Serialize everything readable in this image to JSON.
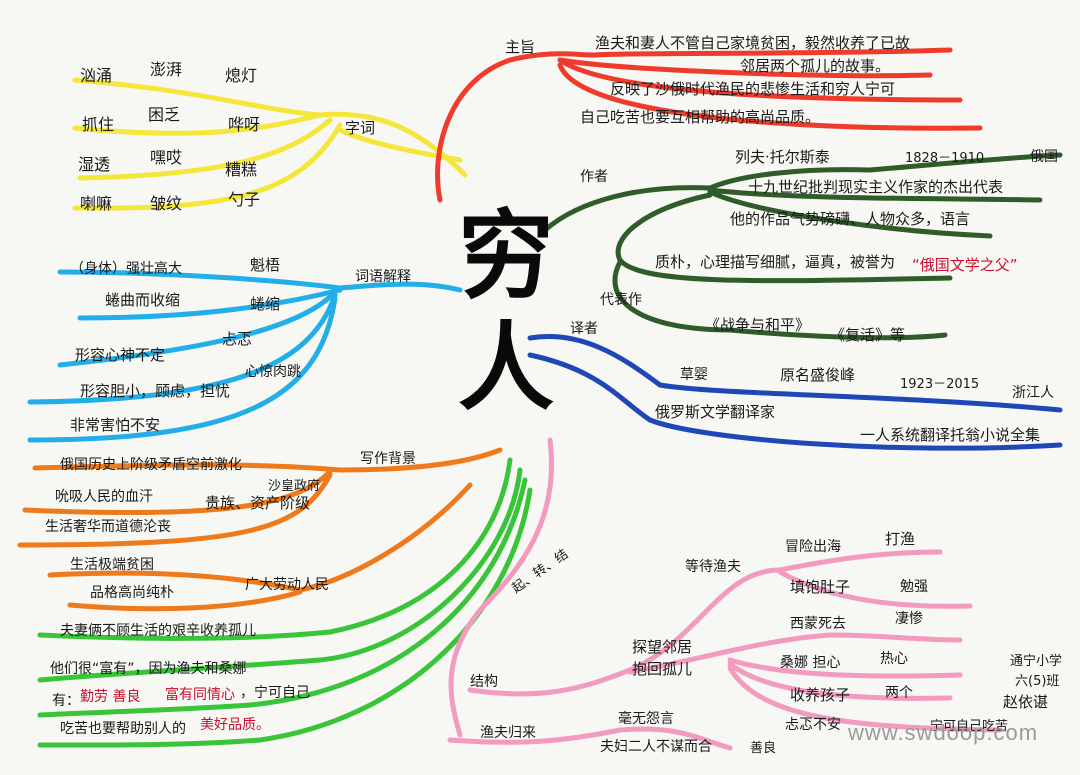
{
  "center": {
    "line1": "穷",
    "line2": "人"
  },
  "colors": {
    "yellow": "#f5e63a",
    "red": "#ef3b2c",
    "darkgreen": "#2f5c2a",
    "blue": "#1f47b5",
    "cyan": "#22aee8",
    "orange": "#f07a1a",
    "green": "#3ac43a",
    "pink": "#f29bbf",
    "text_red": "#c8102e"
  },
  "branches": {
    "zici": {
      "label": "字词",
      "words": [
        "汹涌",
        "澎湃",
        "熄灯",
        "抓住",
        "困乏",
        "哗呀",
        "湿透",
        "嘿哎",
        "糟糕",
        "喇嘛",
        "皱纹",
        "勺子"
      ]
    },
    "zhiyi": {
      "label": "主旨",
      "lines": [
        "渔夫和妻人不管自己家境贫困，毅然收养了已故",
        "邻居两个孤儿的故事。",
        "反映了沙俄时代渔民的悲惨生活和穷人宁可",
        "自己吃苦也要互相帮助的高尚品质。"
      ]
    },
    "zuozhe": {
      "label": "作者",
      "name": "列夫·托尔斯泰",
      "years": "1828－1910",
      "country": "俄国",
      "desc1": "十九世纪批判现实主义作家的杰出代表",
      "desc2": "他的作品气势磅礴、人物众多，语言",
      "desc3_a": "质朴，心理描写细腻，逼真，被誉为",
      "desc3_b": "“俄国文学之父”",
      "works_label": "代表作",
      "work1": "《战争与和平》",
      "work2": "《复活》等"
    },
    "yizhe": {
      "label": "译者",
      "name": "草婴",
      "orig_name": "原名盛俊峰",
      "years": "1923－2015",
      "place": "浙江人",
      "desc": "俄罗斯文学翻译家",
      "desc2": "一人系统翻译托翁小说全集"
    },
    "ciyu": {
      "label": "词语解释",
      "term1_def": "（身体）强壮高大",
      "term1": "魁梧",
      "term2_def": "蜷曲而收缩",
      "term2": "蜷缩",
      "term3": "忐忑",
      "term3_def": "形容心神不定",
      "term4_def": "形容胆小，顾虑，担忧",
      "term4": "心惊肉跳",
      "term4_def2": "非常害怕不安"
    },
    "xiezuo": {
      "label": "写作背景",
      "line1": "俄国历史上阶级矛盾空前激化",
      "line1_b": "沙皇政府",
      "line2": "吮吸人民的血汗",
      "line2_b": "贵族、资产阶级",
      "line3": "生活奢华而道德沦丧",
      "line4": "生活极端贫困",
      "line5": "品格高尚纯朴",
      "line5_b": "广大劳动人民"
    },
    "zhuti": {
      "line1": "夫妻俩不顾生活的艰辛收养孤儿",
      "line2_a": "他们很“富有”，因为渔夫和桑娜",
      "line2_b": "有：",
      "line2_c": "勤劳 善良",
      "line2_d": "富有同情心",
      "line2_e": "，宁可自己",
      "line3_a": "吃苦也要帮助别人的",
      "line3_b": "美好品质。"
    },
    "jiegou": {
      "label": "结构",
      "mid_label": "起、转、结",
      "a_head": "等待渔夫",
      "a1": "冒险出海",
      "a1b": "打渔",
      "a2": "填饱肚子",
      "a2b": "勉强",
      "b_head1": "探望邻居",
      "b_head2": "抱回孤儿",
      "b1": "西蒙死去",
      "b1b": "凄惨",
      "b2": "桑娜 担心",
      "b2b": "热心",
      "b3": "收养孩子",
      "b3b": "两个",
      "b4": "忐忑不安",
      "b4b": "宁可自己吃苦",
      "c_head": "渔夫归来",
      "c1": "毫无怨言",
      "c2": "夫妇二人不谋而合",
      "c3": "善良"
    },
    "author_note": {
      "school": "通宁小学",
      "class": "六(5)班",
      "name": "赵依谌"
    }
  },
  "watermark": "www.swdoop.com"
}
